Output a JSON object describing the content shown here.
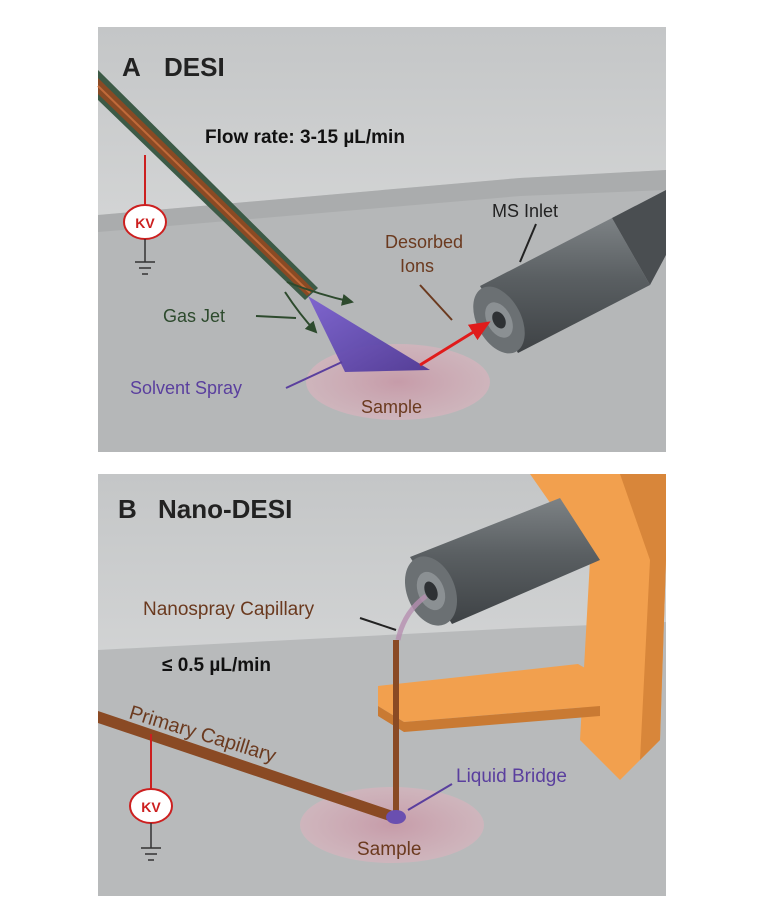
{
  "panel_a": {
    "letter": "A",
    "title": "DESI",
    "flow_rate": "Flow rate: 3-15 µL/min",
    "kv": "KV",
    "labels": {
      "ms_inlet": "MS Inlet",
      "desorbed_1": "Desorbed",
      "desorbed_2": "Ions",
      "gas_jet": "Gas Jet",
      "solvent_spray": "Solvent Spray",
      "sample": "Sample"
    }
  },
  "panel_b": {
    "letter": "B",
    "title": "Nano-DESI",
    "flow_rate": "≤ 0.5 µL/min",
    "kv": "KV",
    "labels": {
      "nanospray_capillary": "Nanospray Capillary",
      "primary_capillary": "Primary Capillary",
      "liquid_bridge": "Liquid Bridge",
      "sample": "Sample"
    }
  },
  "colors": {
    "background": "#d2d3d3",
    "table_top": "#a9abac",
    "inlet_gray": "#55595c",
    "capillary_brown": "#8a4a24",
    "gas_green": "#2d4a2d",
    "spray_purple": "#6a4fb0",
    "sample_pink": "#c9a3ae",
    "kv_red": "#cc1f1f",
    "bracket_orange": "#f2a04e",
    "label_brown": "#6b3a1f",
    "label_purple": "#5a3f9e"
  }
}
